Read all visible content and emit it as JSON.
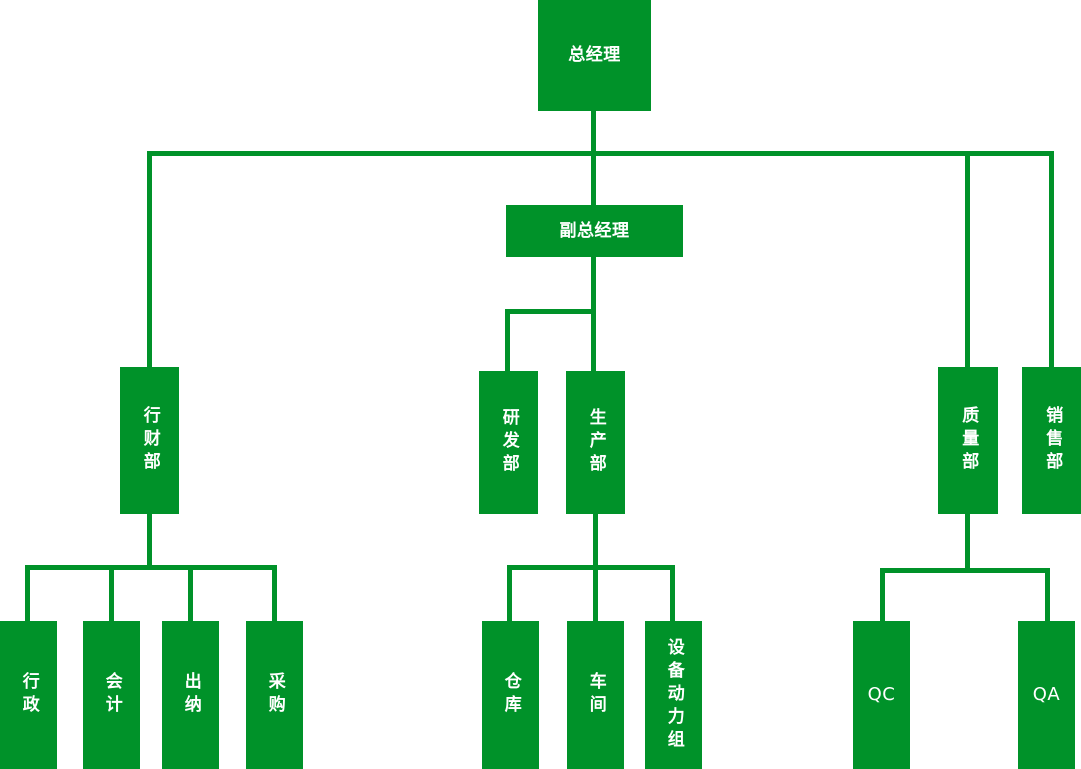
{
  "chart": {
    "type": "organization-chart",
    "title": "",
    "accent_color": "#009229",
    "text_color": "#ffffff",
    "background_color": "#ffffff",
    "nodes": [
      {
        "id": "gm",
        "label": "总经理",
        "level": 0,
        "orientation": "horizontal"
      },
      {
        "id": "deputy",
        "label": "副总经理",
        "level": 1,
        "orientation": "horizontal"
      },
      {
        "id": "admin_fin",
        "label": "行财部",
        "level": 2,
        "orientation": "vertical"
      },
      {
        "id": "rnd",
        "label": "研发部",
        "level": 2,
        "orientation": "vertical"
      },
      {
        "id": "prod",
        "label": "生产部",
        "level": 2,
        "orientation": "vertical"
      },
      {
        "id": "quality",
        "label": "质量部",
        "level": 2,
        "orientation": "vertical"
      },
      {
        "id": "sales",
        "label": "销售部",
        "level": 2,
        "orientation": "vertical"
      },
      {
        "id": "admin",
        "label": "行政",
        "level": 3,
        "orientation": "vertical"
      },
      {
        "id": "account",
        "label": "会计",
        "level": 3,
        "orientation": "vertical"
      },
      {
        "id": "cashier",
        "label": "出纳",
        "level": 3,
        "orientation": "vertical"
      },
      {
        "id": "purchase",
        "label": "采购",
        "level": 3,
        "orientation": "vertical"
      },
      {
        "id": "warehouse",
        "label": "仓库",
        "level": 3,
        "orientation": "vertical"
      },
      {
        "id": "workshop",
        "label": "车间",
        "level": 3,
        "orientation": "vertical"
      },
      {
        "id": "equipment",
        "label": "设备动力组",
        "level": 3,
        "orientation": "vertical"
      },
      {
        "id": "qc",
        "label": "QC",
        "level": 3,
        "orientation": "latin"
      },
      {
        "id": "qa",
        "label": "QA",
        "level": 3,
        "orientation": "latin"
      }
    ],
    "edges": [
      {
        "from": "gm",
        "to": "deputy"
      },
      {
        "from": "gm",
        "to": "admin_fin"
      },
      {
        "from": "gm",
        "to": "quality"
      },
      {
        "from": "gm",
        "to": "sales"
      },
      {
        "from": "deputy",
        "to": "rnd"
      },
      {
        "from": "deputy",
        "to": "prod"
      },
      {
        "from": "admin_fin",
        "to": "admin"
      },
      {
        "from": "admin_fin",
        "to": "account"
      },
      {
        "from": "admin_fin",
        "to": "cashier"
      },
      {
        "from": "admin_fin",
        "to": "purchase"
      },
      {
        "from": "prod",
        "to": "warehouse"
      },
      {
        "from": "prod",
        "to": "workshop"
      },
      {
        "from": "prod",
        "to": "equipment"
      },
      {
        "from": "quality",
        "to": "qc"
      },
      {
        "from": "quality",
        "to": "qa"
      }
    ]
  }
}
